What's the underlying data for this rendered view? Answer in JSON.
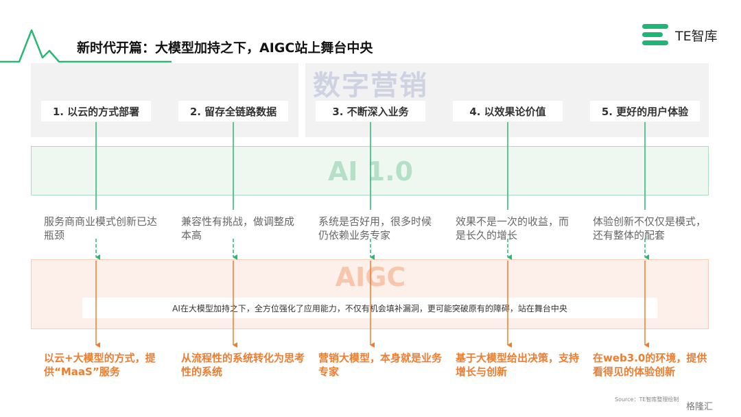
{
  "title": "新时代开篇：大模型加持之下，AIGC站上舞台中央",
  "logo": {
    "text": "TE智库"
  },
  "bands": {
    "top": "数字营销",
    "middle": "AI 1.0",
    "bottom": "AIGC",
    "bottom_description": "AI在大模型加持之下，全方位强化了应用能力，不仅有机会填补漏洞，更可能突破原有的障碍，站在舞台中央"
  },
  "columns": [
    {
      "header": "1. 以云的方式部署",
      "ai10": "服务商商业模式创新已达瓶颈",
      "aigc": "以云+大模型的方式，提供“MaaS”服务"
    },
    {
      "header": "2. 留存全链路数据",
      "ai10": "兼容性有挑战，做调整成本高",
      "aigc": "从流程性的系统转化为思考性的系统"
    },
    {
      "header": "3. 不断深入业务",
      "ai10": "系统是否好用，很多时候仍依赖业务专家",
      "aigc": "营销大模型，本身就是业务专家"
    },
    {
      "header": "4. 以效果论价值",
      "ai10": "效果不是一次的收益，而是长久的增长",
      "aigc": "基于大模型给出决策，支持增长与创新"
    },
    {
      "header": "5. 更好的用户体验",
      "ai10": "体验创新不仅仅是模式，还有整体的配套",
      "aigc": "在web3.0的环境，提供看得见的体验创新"
    }
  ],
  "source": "Source：TE智库整理绘制",
  "watermark": "格隆汇",
  "colors": {
    "green": "#2bb673",
    "orange": "#ed7d31",
    "logo_green": "#1fb574",
    "top_band": "#f2f2f2",
    "ai_band": "#eef8f1",
    "aigc_band": "#fdf0ea"
  },
  "icons": {
    "pulse": "heartbeat-line-icon",
    "logo": "te-logo-icon"
  }
}
